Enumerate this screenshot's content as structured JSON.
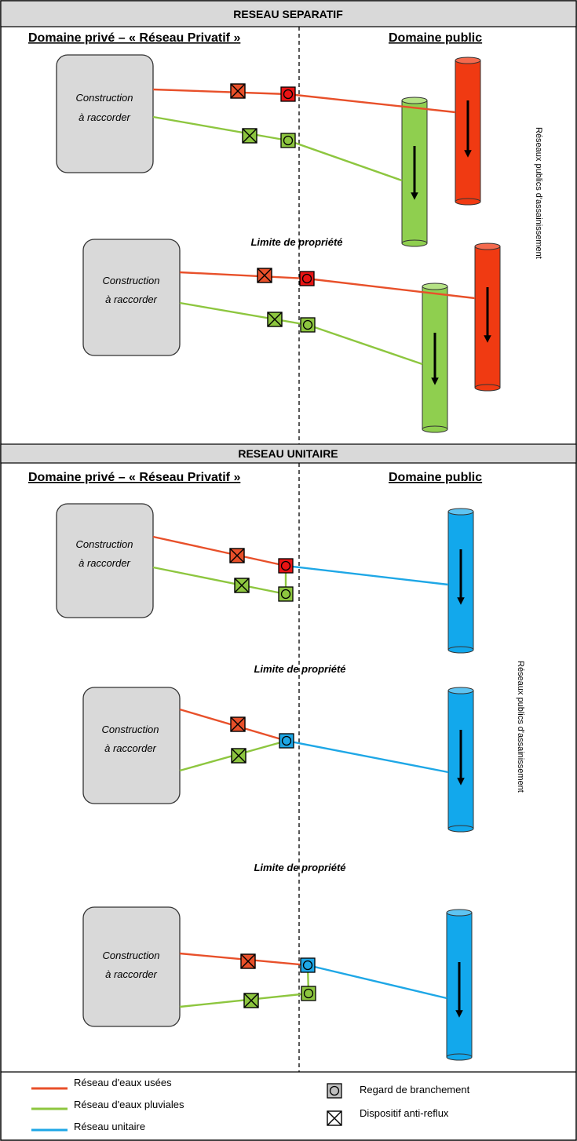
{
  "colors": {
    "eaux_usees": "#e8502a",
    "eaux_pluviales": "#8dc63f",
    "unitaire": "#1ea7e6",
    "pipe_red": "#f03a12",
    "pipe_green": "#8fcf4f",
    "pipe_blue": "#12a8ec",
    "box_fill": "#d9d9d9",
    "header_fill": "#d9d9d9"
  },
  "separatif": {
    "title": "RESEAU SEPARATIF",
    "prive": "Domaine privé – « Réseau Privatif »",
    "public": "Domaine public",
    "vertical_label": "Réseaux publics d'assainissement",
    "limite": "Limite de propriété",
    "construction_line1": "Construction",
    "construction_line2": "à raccorder"
  },
  "unitaire": {
    "title": "RESEAU UNITAIRE",
    "prive": "Domaine privé – « Réseau Privatif »",
    "public": "Domaine public",
    "vertical_label": "Réseaux publics d'assainissement",
    "limite": "Limite de propriété",
    "construction_line1": "Construction",
    "construction_line2": "à raccorder"
  },
  "legend": {
    "eaux_usees": "Réseau d'eaux usées",
    "eaux_pluviales": "Réseau d'eaux pluviales",
    "unitaire": "Réseau unitaire",
    "regard": "Regard de branchement",
    "anti_reflux": "Dispositif anti-reflux"
  }
}
